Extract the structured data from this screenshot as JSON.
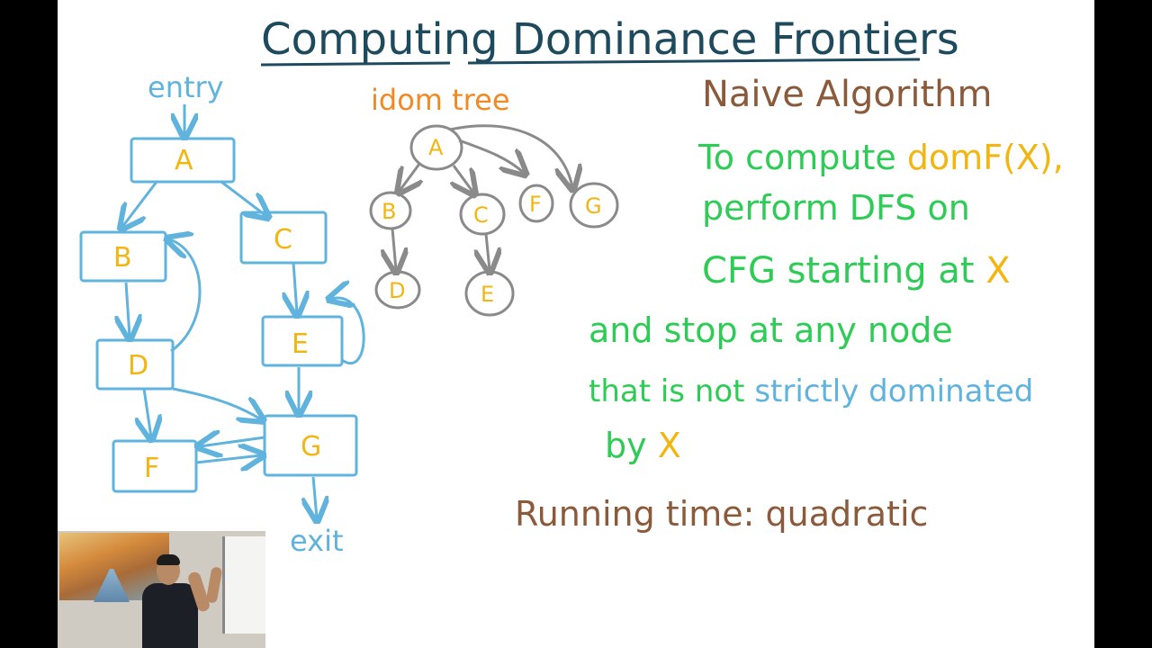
{
  "title": "Computing Dominance Frontiers",
  "cfg": {
    "entry_label": "entry",
    "exit_label": "exit",
    "nodes": [
      "A",
      "B",
      "C",
      "D",
      "E",
      "F",
      "G"
    ]
  },
  "idom_tree": {
    "label": "idom tree",
    "nodes": [
      "A",
      "B",
      "C",
      "F",
      "G",
      "D",
      "E"
    ]
  },
  "notes": {
    "heading": "Naive Algorithm",
    "line1_prefix": "To compute ",
    "line1_highlight": "domF(X),",
    "line2": "perform DFS on",
    "line3_prefix": "CFG starting at ",
    "line3_highlight": "X",
    "line4": "and stop at any node",
    "line5_prefix": "that is not ",
    "line5_highlight": "strictly dominated",
    "line6_prefix": "by ",
    "line6_highlight": "X",
    "running_time": "Running time: quadratic"
  },
  "colors": {
    "title": "#1e4a5e",
    "cfg": "#5fb3dd",
    "node_label": "#f2b612",
    "tree_lines": "#8a8a8a",
    "heading": "#8a5a3a",
    "body_text": "#2ecc56",
    "highlight": "#f2b612",
    "accent_orange": "#ef8a24"
  }
}
